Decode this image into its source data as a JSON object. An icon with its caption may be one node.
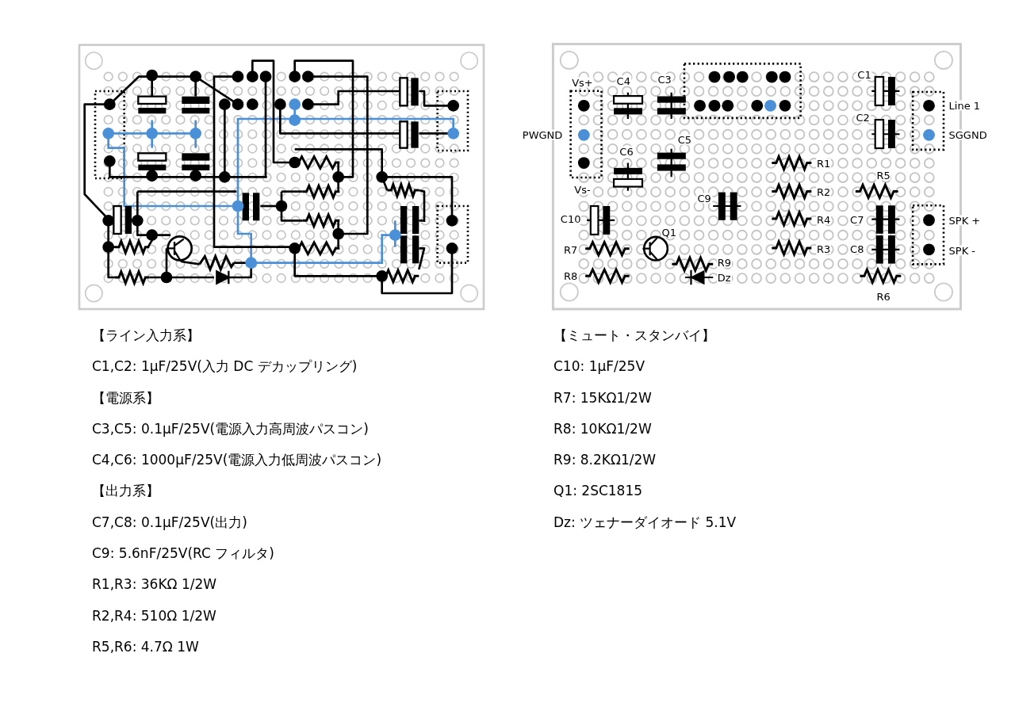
{
  "diagram": {
    "labels": [
      "Vs+",
      "C4",
      "C3",
      "C1",
      "Line 1",
      "PWGND",
      "C2",
      "SGGND",
      "C6",
      "C5",
      "R1",
      "Vs-",
      "C9",
      "R2",
      "R5",
      "C10",
      "R4",
      "C7",
      "SPK +",
      "Q1",
      "R7",
      "R3",
      "C8",
      "SPK -",
      "R9",
      "R8",
      "Dz",
      "R6",
      "【ライン入力系】",
      "C1,C2: 1μF/25V(入力 DC デカップリング)",
      "【電源系】",
      "C3,C5: 0.1μF/25V(電源入力高周波パスコン)",
      "C4,C6: 1000μF/25V(電源入力低周波パスコン)",
      "【出力系】",
      "C7,C8: 0.1μF/25V(出力)",
      "C9: 5.6nF/25V(RC フィルタ)",
      "R1,R3: 36KΩ 1/2W",
      "R2,R4: 510Ω 1/2W",
      "R5,R6: 4.7Ω 1W",
      "【ミュート・スタンバイ】",
      "C10: 1μF/25V",
      "R7: 15KΩ1/2W",
      "R8: 10KΩ1/2W",
      "R9: 8.2KΩ1/2W",
      "Q1: 2SC1815",
      "Dz: ツェナーダイオード 5.1V"
    ]
  }
}
